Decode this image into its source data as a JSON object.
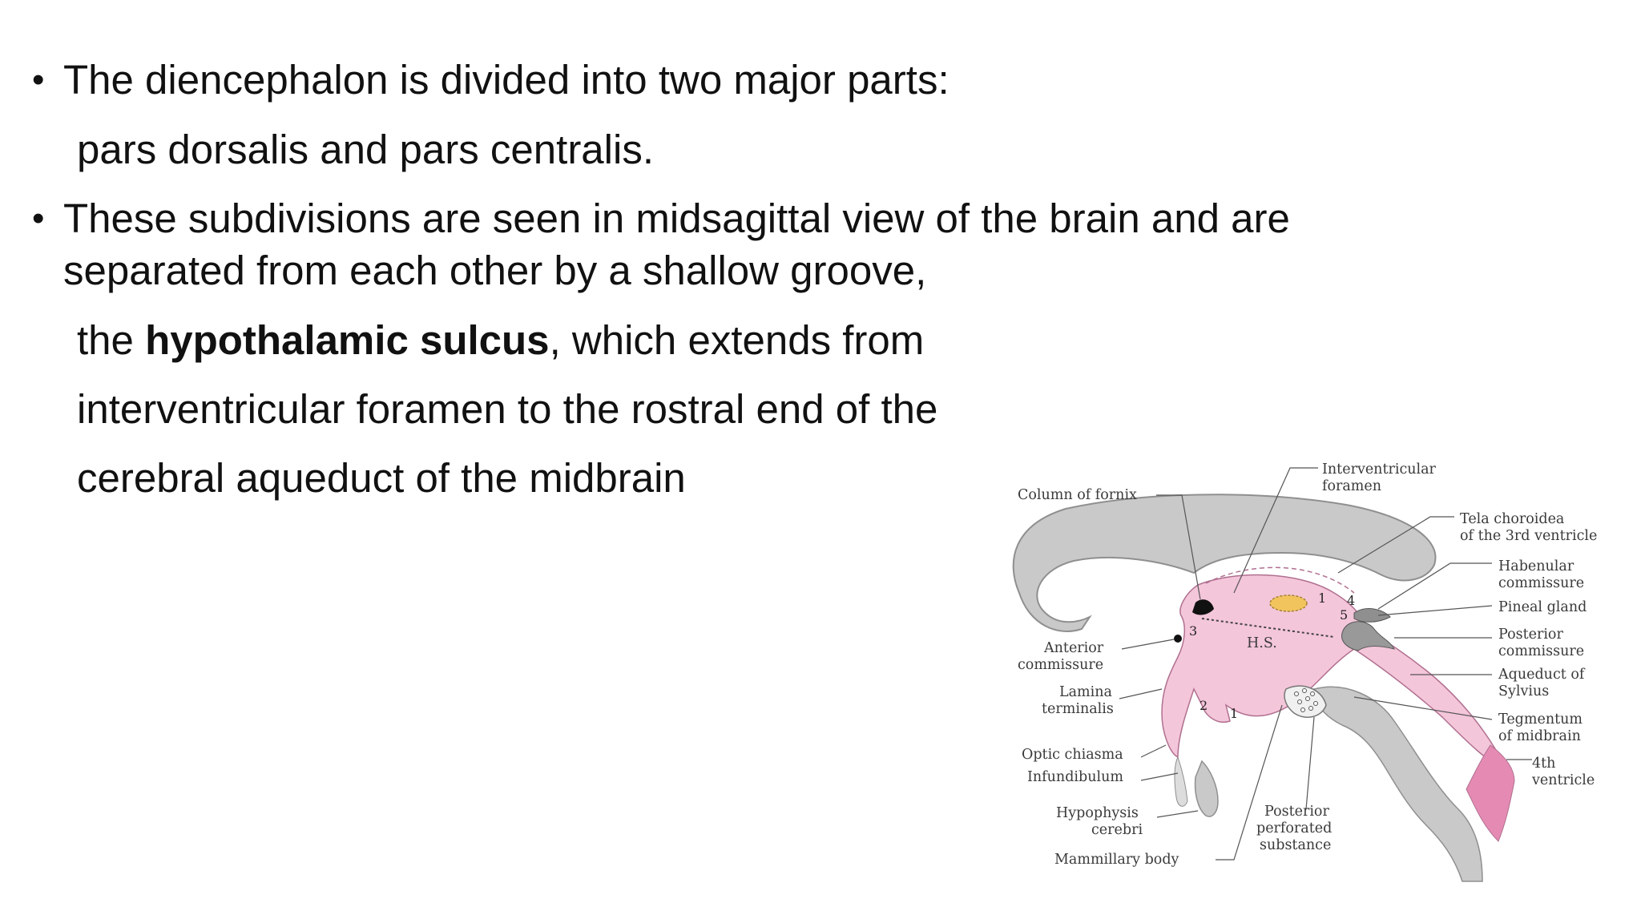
{
  "bullets": [
    {
      "lines": [
        "The diencephalon is divided into two major parts:",
        "pars dorsalis and pars centralis."
      ]
    },
    {
      "lines": [
        "These subdivisions are seen in midsagittal view of the brain and are",
        "separated from each other by a shallow groove,"
      ],
      "continuation": {
        "prefix": "the ",
        "bold": "hypothalamic sulcus",
        "suffix": ", which extends from",
        "line2": "interventricular foramen to the rostral end of the",
        "line3": "cerebral aqueduct of the midbrain"
      }
    }
  ],
  "bullet_symbol": "•",
  "figure": {
    "labels": {
      "column_of_fornix": "Column of fornix",
      "interventricular_1": "Interventricular",
      "interventricular_2": "foramen",
      "tela_1": "Tela choroidea",
      "tela_2": "of the 3rd ventricle",
      "habenular_1": "Habenular",
      "habenular_2": "commissure",
      "pineal": "Pineal gland",
      "posterior_comm_1": "Posterior",
      "posterior_comm_2": "commissure",
      "aqueduct_1": "Aqueduct of",
      "aqueduct_2": "Sylvius",
      "tegmentum_1": "Tegmentum",
      "tegmentum_2": "of midbrain",
      "fourth_1": "4th",
      "fourth_2": "ventricle",
      "anterior_comm_1": "Anterior",
      "anterior_comm_2": "commissure",
      "lamina_1": "Lamina",
      "lamina_2": "terminalis",
      "optic_chiasma": "Optic chiasma",
      "infundibulum": "Infundibulum",
      "hypophysis_1": "Hypophysis",
      "hypophysis_2": "cerebri",
      "mammillary": "Mammillary body",
      "post_perf_1": "Posterior",
      "post_perf_2": "perforated",
      "post_perf_3": "substance",
      "hs": "H.S."
    },
    "numbers": [
      "1",
      "2",
      "3",
      "4",
      "5",
      "1"
    ],
    "colors": {
      "pink": "#f4c6da",
      "pink_dark": "#e58bb3",
      "grey": "#c9c9c9",
      "grey_dark": "#8f8f8f",
      "yellow": "#f2c45e"
    }
  }
}
